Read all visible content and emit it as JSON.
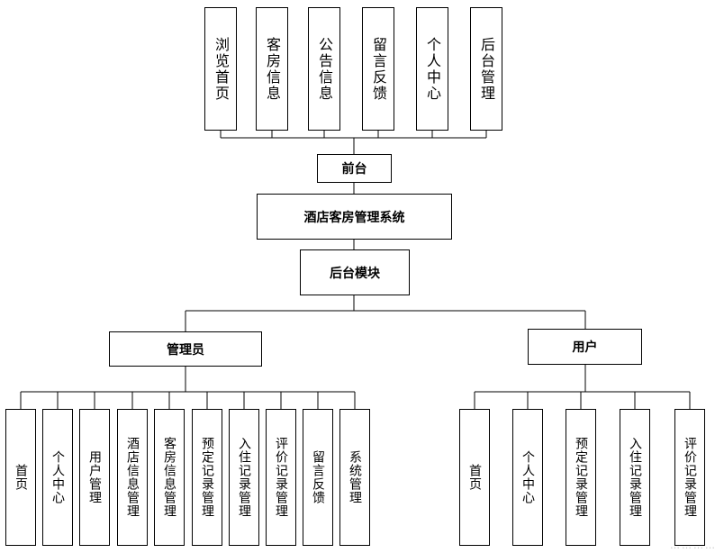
{
  "front_modules": [
    {
      "id": "browse-home",
      "label": "浏览首页"
    },
    {
      "id": "room-info",
      "label": "客房信息"
    },
    {
      "id": "announcement-info",
      "label": "公告信息"
    },
    {
      "id": "message-feedback",
      "label": "留言反馈"
    },
    {
      "id": "personal-center",
      "label": "个人中心"
    },
    {
      "id": "backend-management",
      "label": "后台管理"
    }
  ],
  "front_label": "前台",
  "system_title": "酒店客房管理系统",
  "backend_label": "后台模块",
  "admin": {
    "label": "管理员",
    "modules": [
      "首页",
      "个人中心",
      "用户管理",
      "酒店信息管理",
      "客房信息管理",
      "预定记录管理",
      "入住记录管理",
      "评价记录管理",
      "留言反馈",
      "系统管理"
    ]
  },
  "user": {
    "label": "用户",
    "modules": [
      "首页",
      "个人中心",
      "预定记录管理",
      "入住记录管理",
      "评价记录管理"
    ]
  },
  "watermark": "…………"
}
